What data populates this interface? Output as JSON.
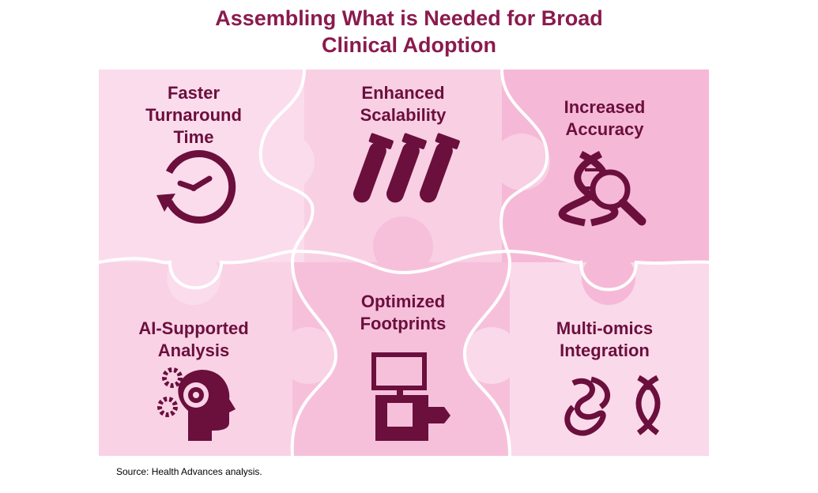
{
  "title": {
    "line1": "Assembling What is Needed for Broad",
    "line2": "Clinical Adoption"
  },
  "pieces": [
    {
      "lines": [
        "Faster",
        "Turnaround",
        "Time"
      ],
      "icon": "clock-icon"
    },
    {
      "lines": [
        "Enhanced",
        "Scalability"
      ],
      "icon": "test-tubes-icon"
    },
    {
      "lines": [
        "Increased",
        "Accuracy"
      ],
      "icon": "dna-magnifier-icon"
    },
    {
      "lines": [
        "AI-Supported",
        "Analysis"
      ],
      "icon": "head-gears-icon"
    },
    {
      "lines": [
        "Optimized",
        "Footprints"
      ],
      "icon": "sequencer-device-icon"
    },
    {
      "lines": [
        "Multi-omics",
        "Integration"
      ],
      "icon": "protein-dna-icon"
    }
  ],
  "source": "Source:  Health Advances analysis.",
  "colors": {
    "title": "#8a1a4e",
    "label": "#6b0f3d",
    "icon": "#6b0f3d",
    "piece_light": "#fad6e8",
    "piece_mid": "#f7c5de",
    "piece_dark": "#f4b2d3"
  }
}
